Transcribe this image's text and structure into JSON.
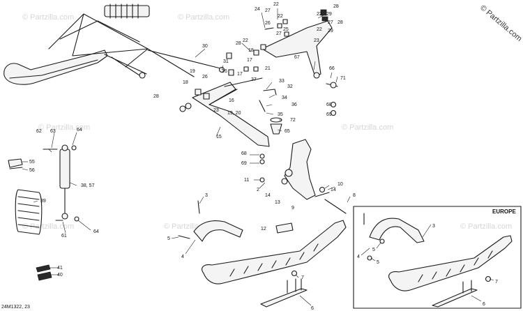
{
  "brand": "© Partzilla.com",
  "watermark": "© Partzilla.com",
  "europe_label": "EUROPE",
  "diagram_code": "24M1322, 23",
  "callouts": [
    {
      "id": "c24a",
      "text": "24"
    },
    {
      "id": "c22a",
      "text": "22"
    },
    {
      "id": "c27a",
      "text": "27"
    },
    {
      "id": "c22b",
      "text": "22"
    },
    {
      "id": "c26",
      "text": "26"
    },
    {
      "id": "c28a",
      "text": "28"
    },
    {
      "id": "c27b",
      "text": "27"
    },
    {
      "id": "c22c",
      "text": "22"
    },
    {
      "id": "c29",
      "text": "29"
    },
    {
      "id": "c25",
      "text": "25"
    },
    {
      "id": "c23a",
      "text": "23"
    },
    {
      "id": "c22d",
      "text": "22"
    },
    {
      "id": "c27c",
      "text": "27"
    },
    {
      "id": "c29b",
      "text": "29"
    },
    {
      "id": "c28b",
      "text": "28"
    },
    {
      "id": "c30",
      "text": "30"
    },
    {
      "id": "c22e",
      "text": "22"
    },
    {
      "id": "c28c",
      "text": "28"
    },
    {
      "id": "c18",
      "text": "18"
    },
    {
      "id": "c67",
      "text": "67"
    },
    {
      "id": "c21",
      "text": "21"
    },
    {
      "id": "c31",
      "text": "31"
    },
    {
      "id": "c17",
      "text": "17"
    },
    {
      "id": "c66",
      "text": "66"
    },
    {
      "id": "c19",
      "text": "19"
    },
    {
      "id": "c26b",
      "text": "26"
    },
    {
      "id": "c16a",
      "text": "16"
    },
    {
      "id": "c71",
      "text": "71"
    },
    {
      "id": "c33",
      "text": "33"
    },
    {
      "id": "c37",
      "text": "37"
    },
    {
      "id": "c32",
      "text": "32"
    },
    {
      "id": "c28d",
      "text": "28"
    },
    {
      "id": "c17b",
      "text": "17"
    },
    {
      "id": "c18b",
      "text": "18"
    },
    {
      "id": "c16b",
      "text": "16"
    },
    {
      "id": "c34",
      "text": "34"
    },
    {
      "id": "c68a",
      "text": "68"
    },
    {
      "id": "c36",
      "text": "36"
    },
    {
      "id": "c23b",
      "text": "23"
    },
    {
      "id": "c1920",
      "text": "19, 20"
    },
    {
      "id": "c69a",
      "text": "69"
    },
    {
      "id": "c35",
      "text": "35"
    },
    {
      "id": "c72",
      "text": "72"
    },
    {
      "id": "c65",
      "text": "65"
    },
    {
      "id": "c15",
      "text": "15"
    },
    {
      "id": "c62",
      "text": "62"
    },
    {
      "id": "c63",
      "text": "63"
    },
    {
      "id": "c64a",
      "text": "64"
    },
    {
      "id": "c68b",
      "text": "68"
    },
    {
      "id": "c69b",
      "text": "69"
    },
    {
      "id": "c55",
      "text": "55"
    },
    {
      "id": "c56",
      "text": "56"
    },
    {
      "id": "c11",
      "text": "11"
    },
    {
      "id": "c2",
      "text": "2"
    },
    {
      "id": "c14a",
      "text": "14"
    },
    {
      "id": "c10",
      "text": "10"
    },
    {
      "id": "c3857",
      "text": "38, 57"
    },
    {
      "id": "c14b",
      "text": "14"
    },
    {
      "id": "c8",
      "text": "8"
    },
    {
      "id": "c39",
      "text": "39"
    },
    {
      "id": "c13",
      "text": "13"
    },
    {
      "id": "c9",
      "text": "9"
    },
    {
      "id": "c3a",
      "text": "3"
    },
    {
      "id": "c61",
      "text": "61"
    },
    {
      "id": "c64b",
      "text": "64"
    },
    {
      "id": "c12",
      "text": "12"
    },
    {
      "id": "c7a",
      "text": "7"
    },
    {
      "id": "c5a",
      "text": "5"
    },
    {
      "id": "c4a",
      "text": "4"
    },
    {
      "id": "c41",
      "text": "41"
    },
    {
      "id": "c40",
      "text": "40"
    },
    {
      "id": "c6a",
      "text": "6"
    },
    {
      "id": "c3b",
      "text": "3"
    },
    {
      "id": "c5b",
      "text": "5"
    },
    {
      "id": "c4b",
      "text": "4"
    },
    {
      "id": "c5c",
      "text": "5"
    },
    {
      "id": "c7b",
      "text": "7"
    },
    {
      "id": "c6b",
      "text": "6"
    }
  ]
}
